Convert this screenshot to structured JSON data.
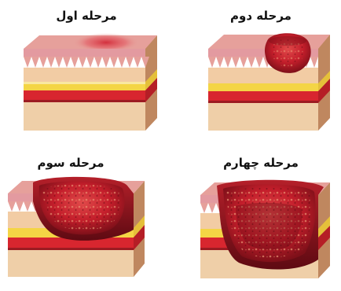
{
  "stages": [
    {
      "label": "مرحله اول"
    },
    {
      "label": "مرحله دوم"
    },
    {
      "label": "مرحله سوم"
    },
    {
      "label": "مرحله چهارم"
    }
  ],
  "colors": {
    "epidermis": "#e6a09b",
    "epidermis_edge": "#c96b70",
    "dermis": "#f2cca4",
    "fat": "#f4d545",
    "fat_light": "#f9e8a2",
    "muscle": "#d8262f",
    "muscle_dark": "#9c1b22",
    "side_panel": "#c98f66",
    "side_panel_dark": "#a56f4b",
    "wound": "#c41e2b",
    "wound_dark": "#7e1019",
    "wound_light": "#e14a4a"
  }
}
